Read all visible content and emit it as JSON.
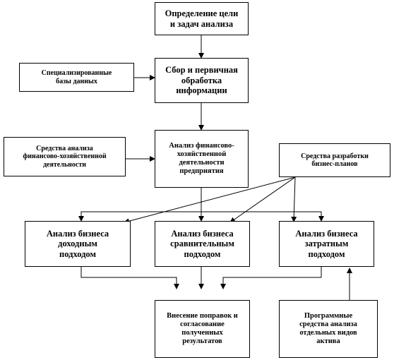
{
  "nodes": {
    "goal": "Определение цели\nи задач анализа",
    "collect": "Сбор и первичная\nобработка\nинформации",
    "databases": "Специализированные\nбазы данных",
    "fin_tools": "Средства  анализа\nфинансово-хозяйственной\nдеятельности",
    "fin_analysis": "Анализ финансово-\nхозяйственной\nдеятельности\nпредприятия",
    "bizplan_tools": "Средства  разработки\nбизнес-планов",
    "income": "Анализ бизнеса\nдоходным\nподходом",
    "comparative": "Анализ бизнеса\nсравнительным\nподходом",
    "cost": "Анализ бизнеса\nзатратным\nподходом",
    "adjust": "Внесение поправок и\nсогласование\nполученных\nрезультатов",
    "software": "Программные\nсредства анализа\nотдельных  видов\nактива"
  }
}
